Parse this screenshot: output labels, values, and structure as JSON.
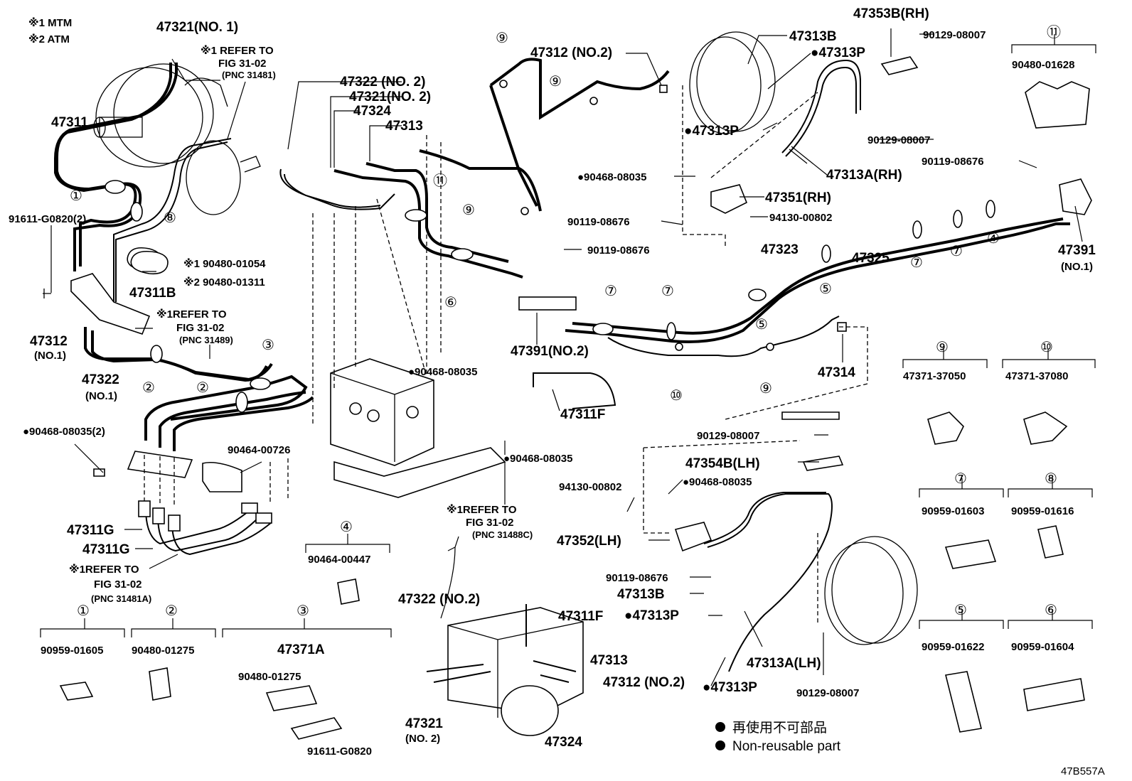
{
  "notes": {
    "mtm": "※1 MTM",
    "atm": "※2 ATM"
  },
  "legend": {
    "jp": "再使用不可部品",
    "en": "Non-reusable part"
  },
  "figure_code": "47B557A",
  "callouts": [
    {
      "text": "47321(NO. 1)"
    },
    {
      "text": "※1 REFER TO"
    },
    {
      "text": "FIG 31-02"
    },
    {
      "text": "(PNC 31481)"
    },
    {
      "text": "47311"
    },
    {
      "text": "91611-G0820(2)"
    },
    {
      "text": "※1 90480-01054"
    },
    {
      "text": "※2 90480-01311"
    },
    {
      "text": "47311B"
    },
    {
      "text": "※1REFER TO"
    },
    {
      "text": "FIG 31-02"
    },
    {
      "text": "(PNC 31489)"
    },
    {
      "text": "47312"
    },
    {
      "text": "(NO.1)"
    },
    {
      "text": "47322"
    },
    {
      "text": "(NO.1)"
    },
    {
      "text": "●90468-08035(2)"
    },
    {
      "text": "90464-00726"
    },
    {
      "text": "47311G"
    },
    {
      "text": "47311G"
    },
    {
      "text": "※1REFER TO"
    },
    {
      "text": "FIG 31-02"
    },
    {
      "text": "(PNC 31481A)"
    },
    {
      "text": "47322 (NO. 2)"
    },
    {
      "text": "47321(NO. 2)"
    },
    {
      "text": "47324"
    },
    {
      "text": "47313"
    },
    {
      "text": "47312 (NO.2)"
    },
    {
      "text": "47313B"
    },
    {
      "text": "●47313P"
    },
    {
      "text": "47353B(RH)"
    },
    {
      "text": "90129-08007"
    },
    {
      "text": "90480-01628"
    },
    {
      "text": "●47313P"
    },
    {
      "text": "90129-08007"
    },
    {
      "text": "●90468-08035"
    },
    {
      "text": "47313A(RH)"
    },
    {
      "text": "90119-08676"
    },
    {
      "text": "47351(RH)"
    },
    {
      "text": "90119-08676"
    },
    {
      "text": "94130-00802"
    },
    {
      "text": "90119-08676"
    },
    {
      "text": "47323"
    },
    {
      "text": "47325"
    },
    {
      "text": "47391"
    },
    {
      "text": "(NO.1)"
    },
    {
      "text": "47391(NO.2)"
    },
    {
      "text": "47314"
    },
    {
      "text": "●90468-08035"
    },
    {
      "text": "47311F"
    },
    {
      "text": "●90468-08035"
    },
    {
      "text": "※1REFER TO"
    },
    {
      "text": "FIG 31-02"
    },
    {
      "text": "(PNC 31488C)"
    },
    {
      "text": "47371-37050"
    },
    {
      "text": "47371-37080"
    },
    {
      "text": "90129-08007"
    },
    {
      "text": "47354B(LH)"
    },
    {
      "text": "94130-00802"
    },
    {
      "text": "●90468-08035"
    },
    {
      "text": "47352(LH)"
    },
    {
      "text": "90119-08676"
    },
    {
      "text": "47313B"
    },
    {
      "text": "●47313P"
    },
    {
      "text": "47313A(LH)"
    },
    {
      "text": "●47313P"
    },
    {
      "text": "90129-08007"
    },
    {
      "text": "90959-01603"
    },
    {
      "text": "90959-01616"
    },
    {
      "text": "90959-01622"
    },
    {
      "text": "90959-01604"
    },
    {
      "text": "90464-00447"
    },
    {
      "text": "47322 (NO.2)"
    },
    {
      "text": "47311F"
    },
    {
      "text": "47313"
    },
    {
      "text": "47312 (NO.2)"
    },
    {
      "text": "47321"
    },
    {
      "text": "(NO. 2)"
    },
    {
      "text": "47324"
    },
    {
      "text": "90959-01605"
    },
    {
      "text": "90480-01275"
    },
    {
      "text": "47371A"
    },
    {
      "text": "90480-01275"
    },
    {
      "text": "91611-G0820"
    }
  ],
  "circles": [
    {
      "n": "①"
    },
    {
      "n": "⑧"
    },
    {
      "n": "②"
    },
    {
      "n": "②"
    },
    {
      "n": "③"
    },
    {
      "n": "⑨"
    },
    {
      "n": "⑨"
    },
    {
      "n": "⑨"
    },
    {
      "n": "⑪"
    },
    {
      "n": "⑥"
    },
    {
      "n": "⑪"
    },
    {
      "n": "④"
    },
    {
      "n": "⑦"
    },
    {
      "n": "⑦"
    },
    {
      "n": "⑤"
    },
    {
      "n": "⑦"
    },
    {
      "n": "⑦"
    },
    {
      "n": "⑤"
    },
    {
      "n": "⑩"
    },
    {
      "n": "⑨"
    },
    {
      "n": "⑨"
    },
    {
      "n": "⑩"
    },
    {
      "n": "⑦"
    },
    {
      "n": "⑧"
    },
    {
      "n": "⑤"
    },
    {
      "n": "⑥"
    },
    {
      "n": "④"
    },
    {
      "n": "①"
    },
    {
      "n": "②"
    },
    {
      "n": "③"
    }
  ]
}
